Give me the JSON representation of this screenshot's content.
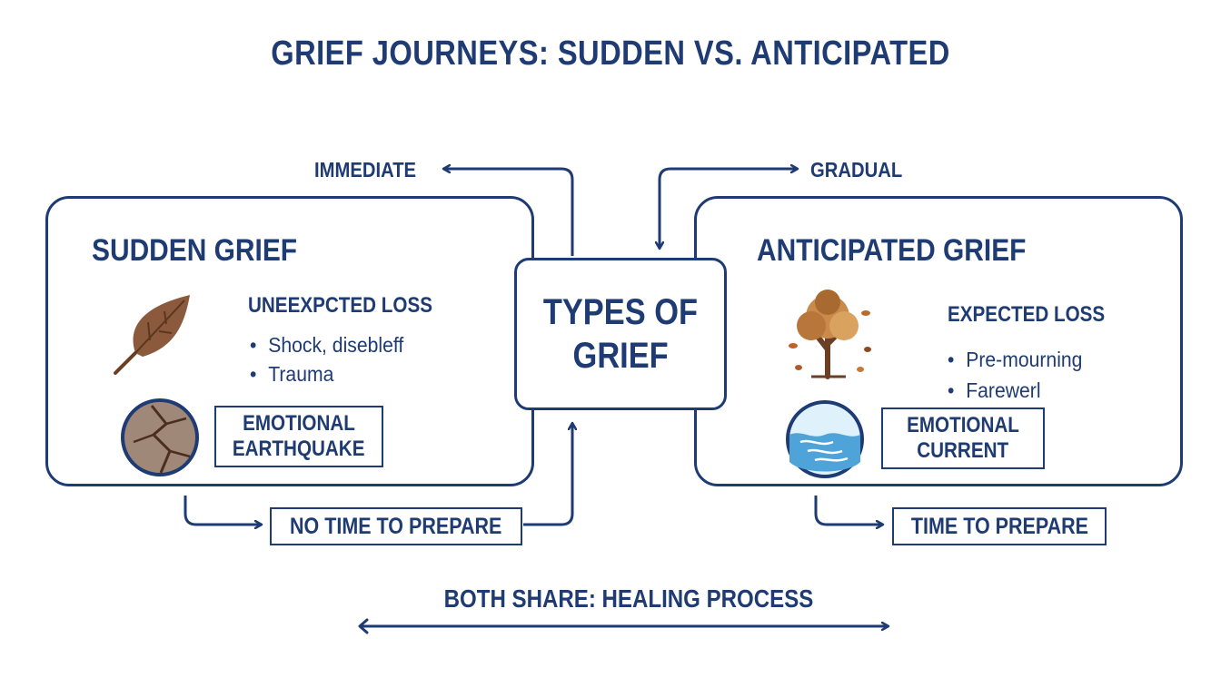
{
  "title": "GRIEF JOURNEYS: SUDDEN VS. ANTICIPATED",
  "center": {
    "line1": "TYPES OF",
    "line2": "GRIEF"
  },
  "sudden": {
    "title": "SUDDEN GRIEF",
    "subtitle": "UNEEXPCTED LOSS",
    "bullets": [
      "Shock, disebleff",
      "Trauma"
    ],
    "metaphor": {
      "line1": "EMOTIONAL",
      "line2": "EARTHQUAKE"
    },
    "arrow_label": "IMMEDIATE",
    "prep": "NO TIME TO PREPARE",
    "icons": {
      "main": "leaf-icon",
      "metaphor": "cracked-ground-icon"
    },
    "icon_color": "#8b5a3c"
  },
  "anticipated": {
    "title": "ANTICIPATED GRIEF",
    "subtitle": "EXPECTED LOSS",
    "bullets": [
      "Pre-mourning",
      "Farewerl"
    ],
    "metaphor": {
      "line1": "EMOTIONAL",
      "line2": "CURRENT"
    },
    "arrow_label": "GRADUAL",
    "prep": "TIME TO PREPARE",
    "icons": {
      "main": "autumn-tree-icon",
      "metaphor": "water-current-icon"
    },
    "icon_color": "#4ea3d8"
  },
  "footer": "BOTH SHARE: HEALING PROCESS",
  "colors": {
    "primary": "#1f3b73",
    "leaf": "#8b5a3c",
    "tree": "#c98a4b",
    "water": "#4ea3d8"
  }
}
